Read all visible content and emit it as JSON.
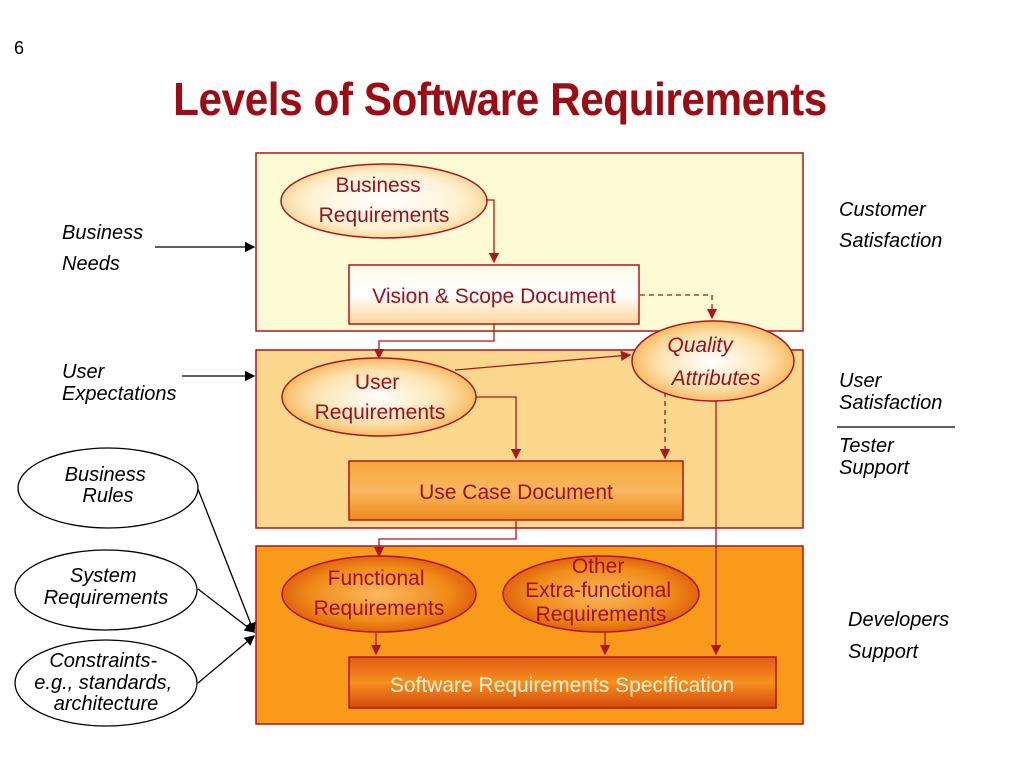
{
  "slide_number": "6",
  "title": "Levels of Software Requirements",
  "colors": {
    "title": "#9b0d14",
    "band_border": "#b0141c",
    "band_business": "#fdfbd3",
    "band_user": "#fcd88f",
    "band_software": "#f99a1a",
    "text_red": "#a0101a"
  },
  "left_labels": {
    "business_needs": [
      "Business",
      "Needs"
    ],
    "user_expectations": [
      "User",
      "Expectations"
    ]
  },
  "side_ovals": {
    "business_rules": [
      "Business",
      "Rules"
    ],
    "system_requirements": [
      "System",
      "Requirements"
    ],
    "constraints": [
      "Constraints-",
      "e.g., standards,",
      "architecture"
    ]
  },
  "nodes": {
    "business_requirements": [
      "Business",
      "Requirements"
    ],
    "vision_scope": "Vision & Scope Document",
    "quality_attributes": [
      "Quality",
      "Attributes"
    ],
    "user_requirements": [
      "User",
      "Requirements"
    ],
    "use_case": "Use Case Document",
    "functional_requirements": [
      "Functional",
      "Requirements"
    ],
    "extra_functional": [
      "Other",
      "Extra-functional",
      "Requirements"
    ],
    "srs": "Software Requirements Specification"
  },
  "right_labels": {
    "customer_satisfaction": [
      "Customer",
      "Satisfaction"
    ],
    "user_satisfaction": [
      "User",
      "Satisfaction"
    ],
    "tester_support": [
      "Tester",
      "Support"
    ],
    "developers_support": [
      "Developers",
      "Support"
    ]
  }
}
